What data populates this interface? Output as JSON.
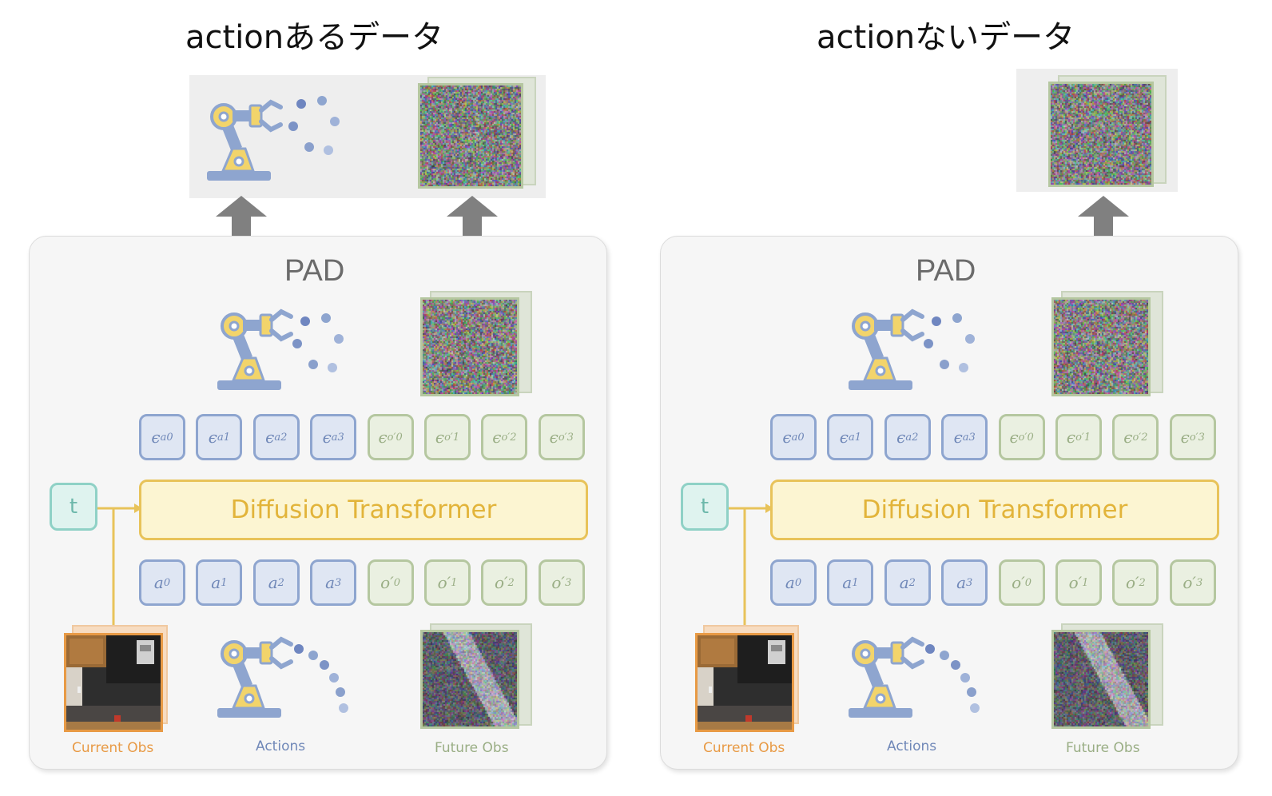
{
  "titles": {
    "left": "actionあるデータ",
    "right": "actionないデータ"
  },
  "panel": {
    "model_label": "PAD",
    "transformer_label": "Diffusion Transformer",
    "time_token": "t",
    "captions": {
      "current_obs": "Current Obs",
      "actions": "Actions",
      "future_obs": "Future Obs"
    }
  },
  "noise_tokens": [
    {
      "base": "ϵ",
      "sup": "a",
      "sub": "0",
      "kind": "action"
    },
    {
      "base": "ϵ",
      "sup": "a",
      "sub": "1",
      "kind": "action"
    },
    {
      "base": "ϵ",
      "sup": "a",
      "sub": "2",
      "kind": "action"
    },
    {
      "base": "ϵ",
      "sup": "a",
      "sub": "3",
      "kind": "action"
    },
    {
      "base": "ϵ",
      "sup": "o′",
      "sub": "0",
      "kind": "obs"
    },
    {
      "base": "ϵ",
      "sup": "o′",
      "sub": "1",
      "kind": "obs"
    },
    {
      "base": "ϵ",
      "sup": "o′",
      "sub": "2",
      "kind": "obs"
    },
    {
      "base": "ϵ",
      "sup": "o′",
      "sub": "3",
      "kind": "obs"
    }
  ],
  "input_tokens": [
    {
      "base": "a",
      "sub": "0",
      "kind": "action"
    },
    {
      "base": "a",
      "sub": "1",
      "kind": "action"
    },
    {
      "base": "a",
      "sub": "2",
      "kind": "action"
    },
    {
      "base": "a",
      "sub": "3",
      "kind": "action"
    },
    {
      "base": "o′",
      "sub": "0",
      "kind": "obs"
    },
    {
      "base": "o′",
      "sub": "1",
      "kind": "obs"
    },
    {
      "base": "o′",
      "sub": "2",
      "kind": "obs"
    },
    {
      "base": "o′",
      "sub": "3",
      "kind": "obs"
    }
  ],
  "colors": {
    "action_border": "#8ea5cf",
    "obs_border": "#b5c7a0",
    "transformer_border": "#e8c35a",
    "time_border": "#8fd1c6",
    "current_obs_frame": "#e89a45",
    "arrow": "#808080",
    "robot_blue": "#8ea5cf",
    "robot_yellow": "#f2d46b"
  },
  "icons": [
    "robot-arm-icon",
    "noise-image-icon",
    "double-arrow-icon",
    "kitchen-photo-icon"
  ]
}
